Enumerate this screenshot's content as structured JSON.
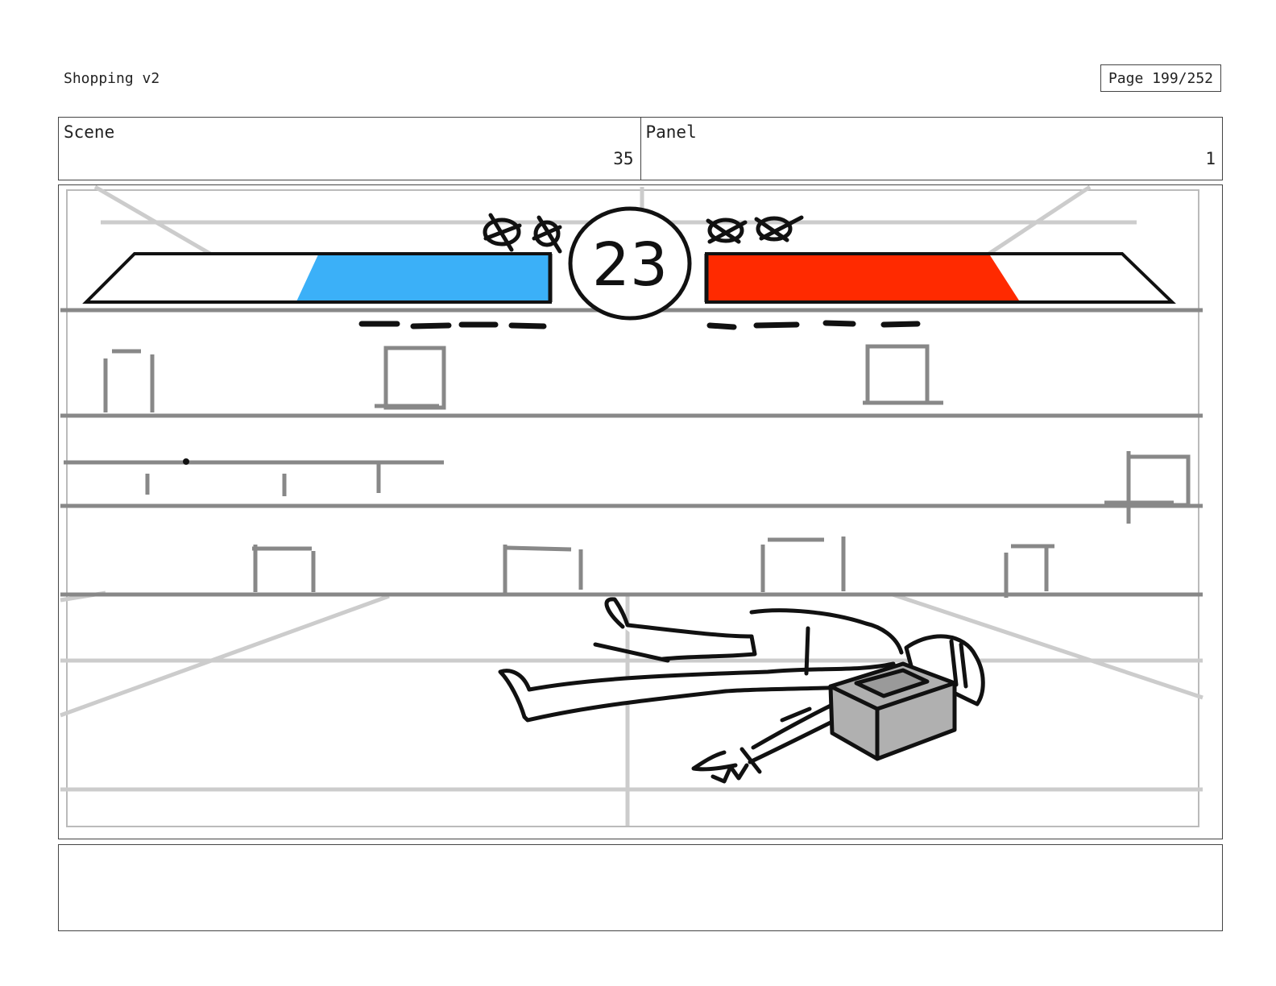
{
  "header": {
    "project_title": "Shopping v2",
    "page_label": "Page 199/252"
  },
  "info": {
    "scene_label": "Scene",
    "scene_value": "35",
    "panel_label": "Panel",
    "panel_value": "1"
  },
  "panel": {
    "timer_value": "23",
    "left_bar": {
      "color": "#3bb0f8",
      "fill_fraction": 0.55
    },
    "right_bar": {
      "color": "#ff2a00",
      "fill_fraction": 0.7
    }
  },
  "notes": {
    "text": ""
  }
}
